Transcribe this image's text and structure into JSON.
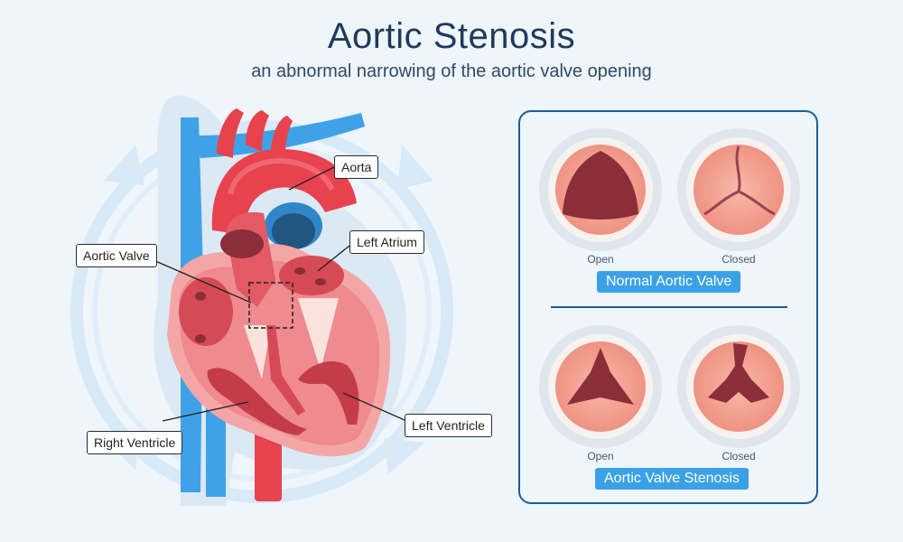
{
  "header": {
    "title": "Aortic Stenosis",
    "subtitle": "an abnormal narrowing of the aortic valve opening"
  },
  "heart": {
    "labels": {
      "aorta": "Aorta",
      "left_atrium": "Left Atrium",
      "aortic_valve": "Aortic Valve",
      "right_ventricle": "Right Ventricle",
      "left_ventricle": "Left Ventricle"
    }
  },
  "valves": {
    "normal": {
      "title": "Normal Aortic Valve",
      "open_label": "Open",
      "closed_label": "Closed"
    },
    "stenosis": {
      "title": "Aortic Valve Stenosis",
      "open_label": "Open",
      "closed_label": "Closed"
    }
  },
  "colors": {
    "vein_blue": "#3fa2e8",
    "artery_red": "#e8424e",
    "heart_pink": "#f39a9c",
    "heart_dark": "#d64a56",
    "valve_dark": "#8a2e3a",
    "panel_border": "#1c5e95",
    "badge_blue": "#3aa1e6"
  }
}
